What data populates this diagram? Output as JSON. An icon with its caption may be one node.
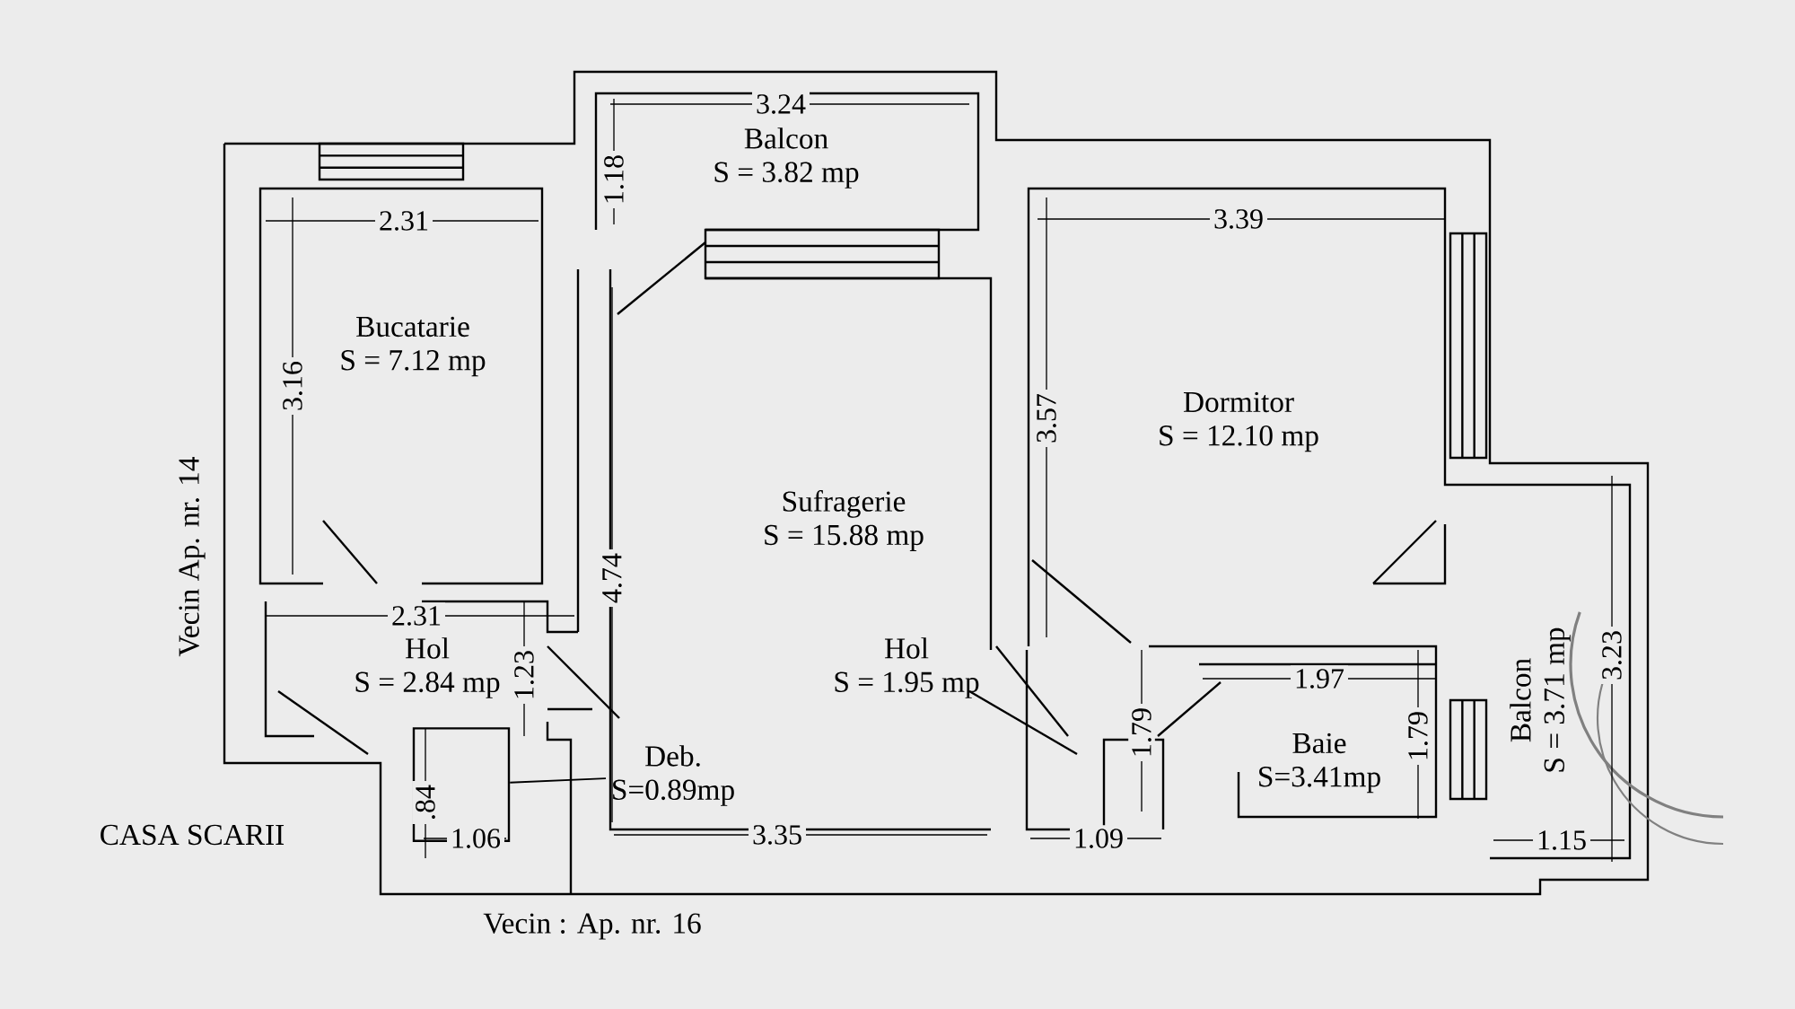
{
  "diagram": {
    "nodes": [
      {
        "text": [
          "Balcon",
          "S = 3.82 mp"
        ]
      },
      {
        "text": [
          "Bucatarie",
          "S = 7.12 mp"
        ]
      },
      {
        "text": [
          "Sufragerie",
          "S = 15.88 mp"
        ]
      },
      {
        "text": [
          "Dormitor",
          "S = 12.10 mp"
        ]
      },
      {
        "text": [
          "Hol",
          "S = 2.84 mp"
        ]
      },
      {
        "text": [
          "Hol",
          "S = 1.95 mp"
        ]
      },
      {
        "text": [
          "Deb.",
          "S=0.89mp"
        ]
      },
      {
        "text": [],
        "shape": "box"
      },
      {
        "text": [
          "Baie",
          "S=3.41mp"
        ]
      },
      {
        "text": [
          "Balcon",
          "S = 3.71 mp"
        ]
      }
    ],
    "edges": [
      {
        "from": 6,
        "to": 7,
        "arrow": "none"
      }
    ],
    "labels": [
      "3.24",
      "1.18",
      "2.31",
      "3.16",
      "3.39",
      "3.57",
      "4.74",
      "2.31",
      "1.23",
      "1.97",
      "1.79",
      "1.79",
      "3.23",
      "1.15",
      "1.09",
      "3.35",
      "1.06",
      ".84",
      "Vecin Ap. nr. 14",
      "CASA SCARII",
      "Vecin : Ap. nr. 16"
    ]
  }
}
